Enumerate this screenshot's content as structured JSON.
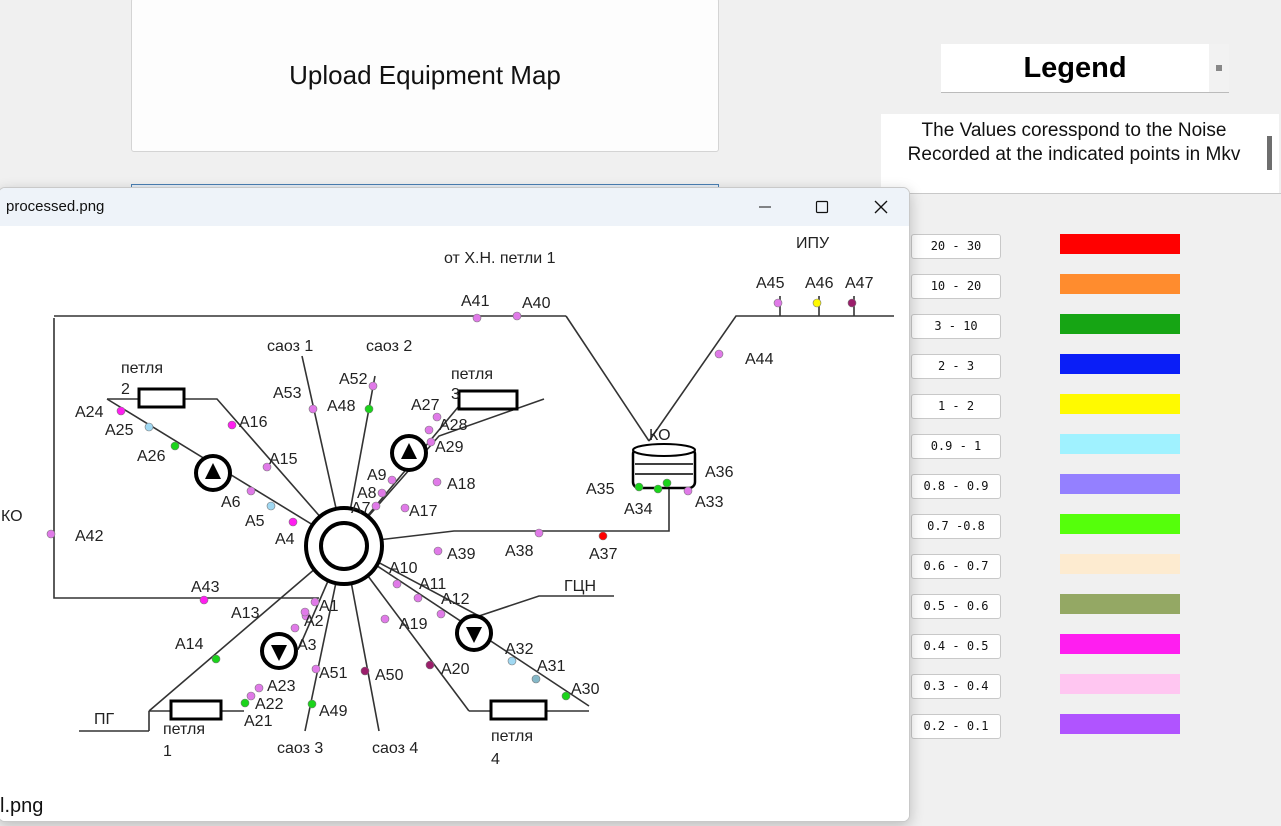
{
  "upload": {
    "label": "Upload Equipment Map"
  },
  "legend": {
    "title": "Legend",
    "description": "The Values coresspond to the Noise Recorded at the indicated points in Mkv",
    "items": [
      {
        "range": "20 - 30",
        "color": "#ff0000"
      },
      {
        "range": "10 - 20",
        "color": "#ff8c2e"
      },
      {
        "range": "3 - 10",
        "color": "#16a514"
      },
      {
        "range": "2 - 3",
        "color": "#0a1ef7"
      },
      {
        "range": "1 - 2",
        "color": "#fffa00"
      },
      {
        "range": "0.9 - 1",
        "color": "#a0f2ff"
      },
      {
        "range": "0.8 - 0.9",
        "color": "#9480ff"
      },
      {
        "range": "0.7 -0.8",
        "color": "#55ff0b"
      },
      {
        "range": "0.6 - 0.7",
        "color": "#fdebd0"
      },
      {
        "range": "0.5 - 0.6",
        "color": "#94a864"
      },
      {
        "range": "0.4 - 0.5",
        "color": "#ff1ef0"
      },
      {
        "range": "0.3 - 0.4",
        "color": "#ffc6f1"
      },
      {
        "range": "0.2 - 0.1",
        "color": "#b054ff"
      }
    ]
  },
  "window": {
    "title": "processed.png"
  },
  "caption": "l.png",
  "diagram": {
    "labels": [
      "от Х.Н. петли 1",
      "ИПУ",
      "КО",
      "КО",
      "ГЦН",
      "ПГ",
      "саоз 1",
      "саоз 2",
      "саоз 3",
      "саоз 4",
      "петля",
      "2",
      "петля",
      "3",
      "петля",
      "1",
      "петля",
      "4"
    ],
    "points": [
      {
        "id": "A1",
        "color": "#e07ae8"
      },
      {
        "id": "A2",
        "color": "#e07ae8"
      },
      {
        "id": "A3",
        "color": "#e07ae8"
      },
      {
        "id": "A4",
        "color": "#ff1ef0"
      },
      {
        "id": "A5",
        "color": "#a0d8f2"
      },
      {
        "id": "A6",
        "color": "#e07ae8"
      },
      {
        "id": "A7",
        "color": "#e07ae8"
      },
      {
        "id": "A8",
        "color": "#e07ae8"
      },
      {
        "id": "A9",
        "color": "#e07ae8"
      },
      {
        "id": "A10",
        "color": "#e07ae8"
      },
      {
        "id": "A11",
        "color": "#e07ae8"
      },
      {
        "id": "A12",
        "color": "#e07ae8"
      },
      {
        "id": "A13",
        "color": "#e07ae8"
      },
      {
        "id": "A14",
        "color": "#1bd41b"
      },
      {
        "id": "A15",
        "color": "#e07ae8"
      },
      {
        "id": "A16",
        "color": "#ff1ef0"
      },
      {
        "id": "A17",
        "color": "#e07ae8"
      },
      {
        "id": "A18",
        "color": "#e07ae8"
      },
      {
        "id": "A19",
        "color": "#e07ae8"
      },
      {
        "id": "A20",
        "color": "#9b1e6b"
      },
      {
        "id": "A21",
        "color": "#1bd41b"
      },
      {
        "id": "A22",
        "color": "#e07ae8"
      },
      {
        "id": "A23",
        "color": "#e07ae8"
      },
      {
        "id": "A24",
        "color": "#ff1ef0"
      },
      {
        "id": "A25",
        "color": "#a0d8f2"
      },
      {
        "id": "A26",
        "color": "#1bd41b"
      },
      {
        "id": "A27",
        "color": "#e07ae8"
      },
      {
        "id": "A28",
        "color": "#e07ae8"
      },
      {
        "id": "A29",
        "color": "#e07ae8"
      },
      {
        "id": "A30",
        "color": "#1bd41b"
      },
      {
        "id": "A31",
        "color": "#84b8c8"
      },
      {
        "id": "A32",
        "color": "#a0d8f2"
      },
      {
        "id": "A33",
        "color": "#e07ae8"
      },
      {
        "id": "A34",
        "color": "#1bd41b"
      },
      {
        "id": "A35",
        "color": "#1bd41b"
      },
      {
        "id": "A36",
        "color": "#1bd41b"
      },
      {
        "id": "A37",
        "color": "#ff0000"
      },
      {
        "id": "A38",
        "color": "#e07ae8"
      },
      {
        "id": "A39",
        "color": "#e07ae8"
      },
      {
        "id": "A40",
        "color": "#e07ae8"
      },
      {
        "id": "A41",
        "color": "#e07ae8"
      },
      {
        "id": "A42",
        "color": "#e07ae8"
      },
      {
        "id": "A43",
        "color": "#ff1ef0"
      },
      {
        "id": "A44",
        "color": "#e07ae8"
      },
      {
        "id": "A45",
        "color": "#e07ae8"
      },
      {
        "id": "A46",
        "color": "#fffa00"
      },
      {
        "id": "A47",
        "color": "#9b1e6b"
      },
      {
        "id": "A48",
        "color": "#1bd41b"
      },
      {
        "id": "A49",
        "color": "#1bd41b"
      },
      {
        "id": "A50",
        "color": "#9b1e6b"
      },
      {
        "id": "A51",
        "color": "#e07ae8"
      },
      {
        "id": "A52",
        "color": "#e07ae8"
      },
      {
        "id": "A53",
        "color": "#e07ae8"
      }
    ]
  }
}
